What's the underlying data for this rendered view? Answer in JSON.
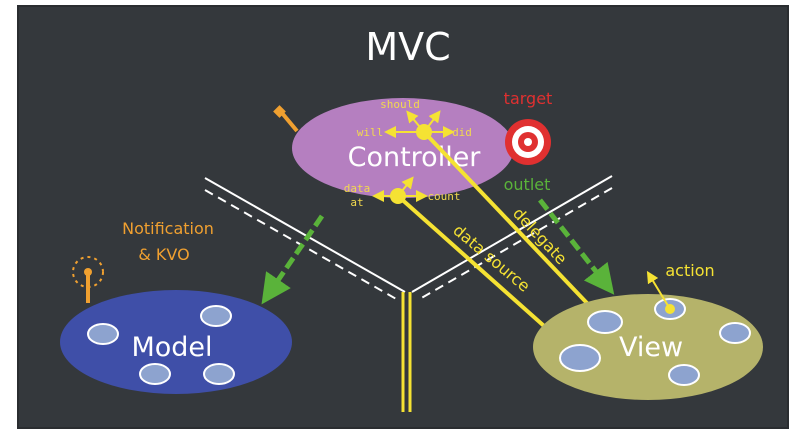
{
  "title": "MVC",
  "controller": {
    "label": "Controller",
    "delegate_words": {
      "should": "should",
      "will": "will",
      "did": "did"
    },
    "datasource_words": {
      "data": "data",
      "at": "at",
      "count": "count"
    }
  },
  "model": {
    "label": "Model"
  },
  "view": {
    "label": "View"
  },
  "labels": {
    "target": "target",
    "outlet": "outlet",
    "action": "action",
    "delegate": "delegate",
    "data_source": "data source",
    "notification_line1": "Notification",
    "notification_line2": "& KVO"
  },
  "colors": {
    "background": "#2f3337",
    "controller": "#b57fc0",
    "model": "#3f4fa8",
    "view": "#b5b36a",
    "yellow": "#f5e233",
    "green": "#5ab33a",
    "orange": "#f0a030",
    "red": "#e03030",
    "subview": "#8da3cf"
  }
}
